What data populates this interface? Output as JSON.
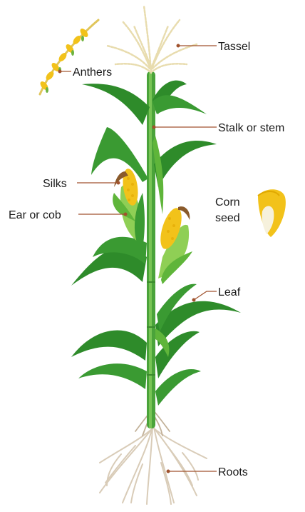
{
  "diagram": {
    "labels": {
      "tassel": "Tassel",
      "anthers": "Anthers",
      "stalk": "Stalk or stem",
      "silks": "Silks",
      "corn_seed_line1": "Corn",
      "corn_seed_line2": "seed",
      "ear": "Ear or cob",
      "leaf": "Leaf",
      "roots": "Roots"
    },
    "colors": {
      "leaf_dark": "#2e8b2a",
      "leaf_light": "#5fb53a",
      "stalk": "#4aa33a",
      "kernel": "#f2c21a",
      "silk": "#8a5a2b",
      "husk": "#8fcf55",
      "tassel": "#e8dcae",
      "root": "#d9ccb8",
      "leader": "#a0522d"
    }
  }
}
